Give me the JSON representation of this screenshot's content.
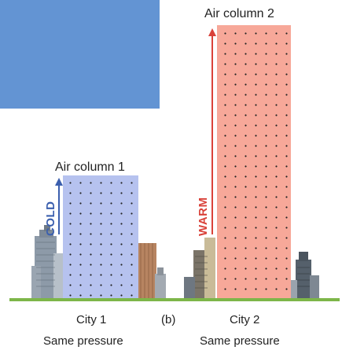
{
  "column1": {
    "title": "Air column 1",
    "arrow_label": "COLD",
    "fill": "#b6c2ef",
    "arrow_color": "#3b5fae"
  },
  "column2": {
    "title": "Air column 2",
    "arrow_label": "WARM",
    "fill": "#f7a899",
    "arrow_color": "#d9423a"
  },
  "panel_label": "(b)",
  "city1": {
    "name": "City 1",
    "note": "Same pressure"
  },
  "city2": {
    "name": "City 2",
    "note": "Same pressure"
  },
  "colors": {
    "panel": "#6394d3",
    "ground": "#7db649"
  }
}
